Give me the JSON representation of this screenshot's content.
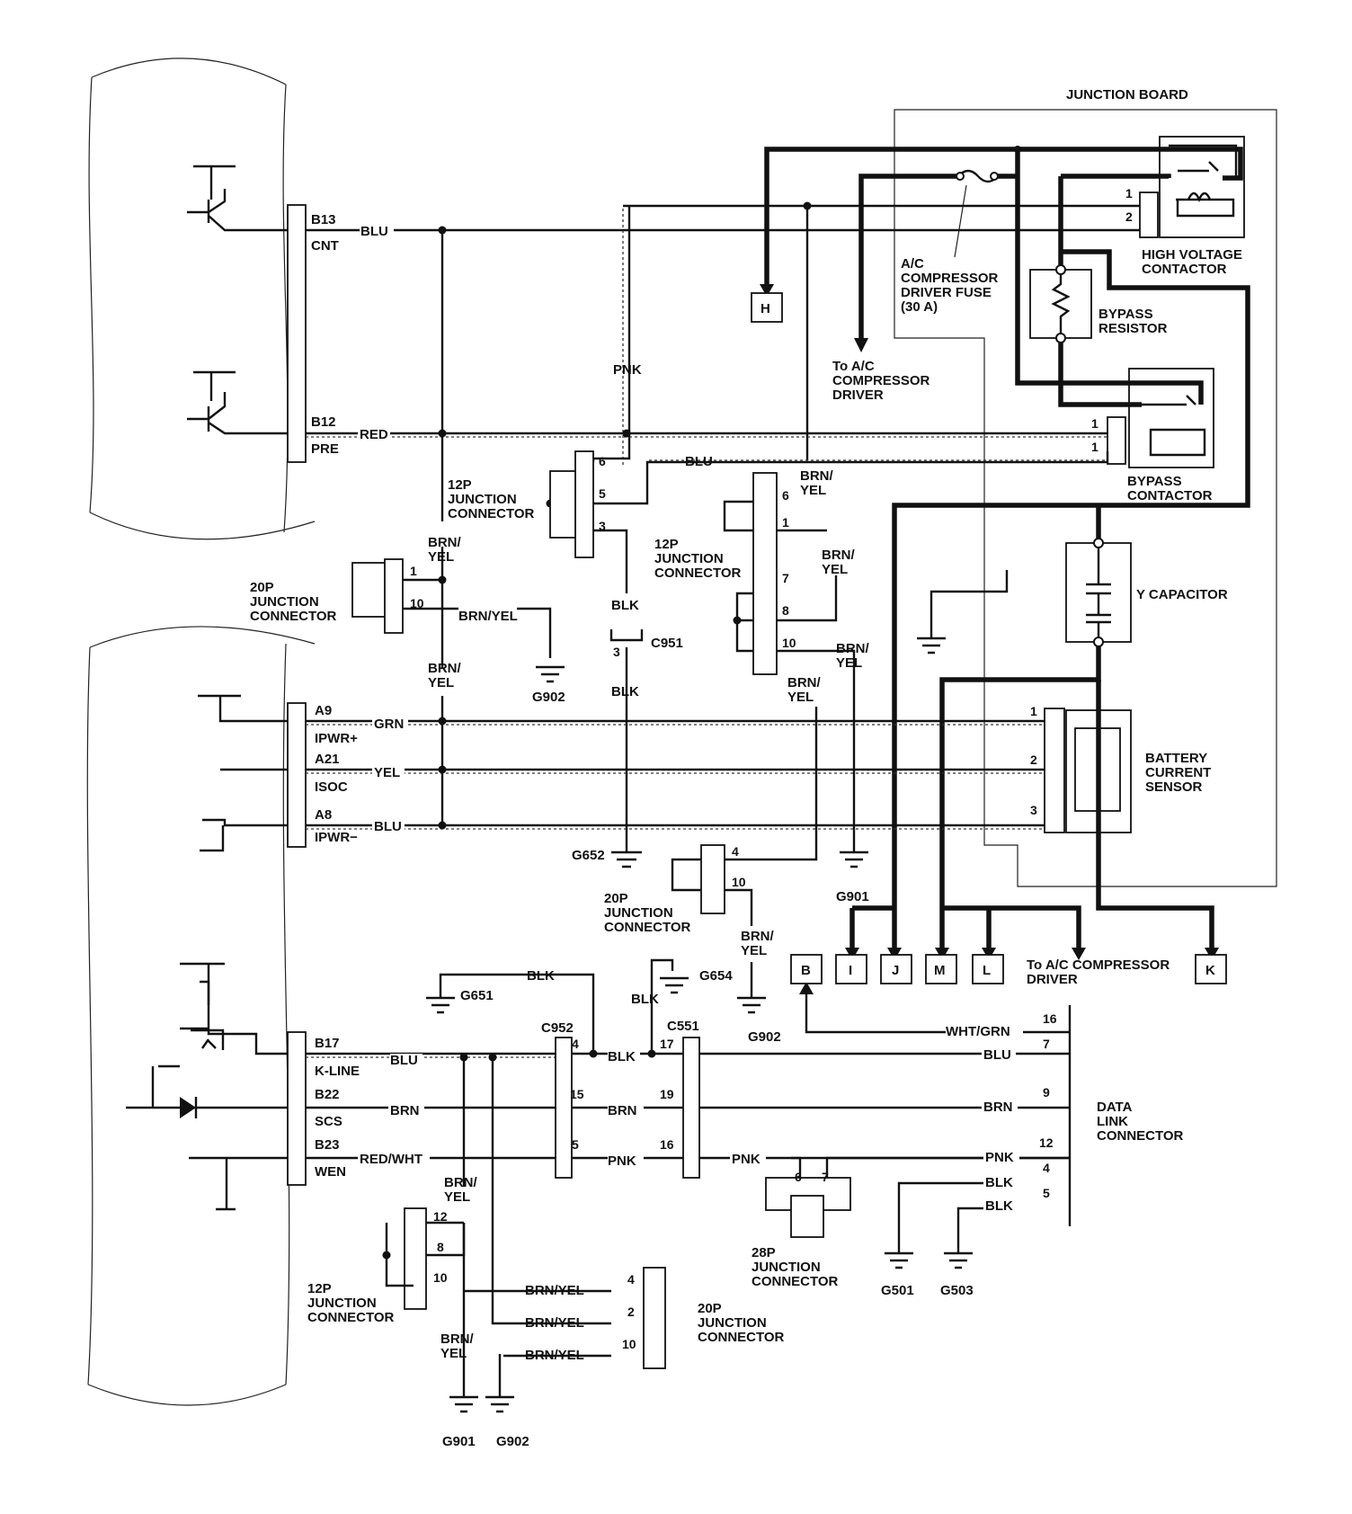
{
  "junction_board": {
    "title": "JUNCTION BOARD"
  },
  "pcm": {
    "b13_pin": "B13",
    "b13_name": "CNT",
    "b12_pin": "B12",
    "b12_name": "PRE",
    "a9_pin": "A9",
    "a9_name": "IPWR+",
    "a21_pin": "A21",
    "a21_name": "ISOC",
    "a8_pin": "A8",
    "a8_name": "IPWR−",
    "b17_pin": "B17",
    "b17_name": "K-LINE",
    "b22_pin": "B22",
    "b22_name": "SCS",
    "b23_pin": "B23",
    "b23_name": "WEN"
  },
  "wires": {
    "blu": "BLU",
    "red": "RED",
    "pnk": "PNK",
    "grn": "GRN",
    "yel": "YEL",
    "blk": "BLK",
    "brn": "BRN",
    "red_wht": "RED/WHT",
    "wht_grn": "WHT/GRN",
    "brn_yel": "BRN/YEL",
    "brn_yel_a": "BRN/",
    "brn_yel_b": "YEL"
  },
  "components": {
    "hv_contactor": [
      "HIGH VOLTAGE",
      "CONTACTOR"
    ],
    "bypass_resistor": [
      "BYPASS",
      "RESISTOR"
    ],
    "bypass_contactor": [
      "BYPASS",
      "CONTACTOR"
    ],
    "fuse": [
      "A/C",
      "COMPRESSOR",
      "DRIVER FUSE",
      "(30 A)"
    ],
    "to_ac_driver": [
      "To A/C",
      "COMPRESSOR",
      "DRIVER"
    ],
    "to_ac_driver2": [
      "To A/C COMPRESSOR",
      "DRIVER"
    ],
    "y_capacitor": "Y CAPACITOR",
    "battery_current_sensor": [
      "BATTERY",
      "CURRENT",
      "SENSOR"
    ],
    "data_link_connector": [
      "DATA",
      "LINK",
      "CONNECTOR"
    ],
    "jc12": [
      "12P",
      "JUNCTION",
      "CONNECTOR"
    ],
    "jc20": [
      "20P",
      "JUNCTION",
      "CONNECTOR"
    ],
    "jc28": [
      "28P",
      "JUNCTION",
      "CONNECTOR"
    ]
  },
  "terminals": {
    "h": "H",
    "b": "B",
    "i": "I",
    "j": "J",
    "m": "M",
    "l": "L",
    "k": "K"
  },
  "grounds": {
    "g902": "G902",
    "g652": "G652",
    "g901": "G901",
    "g651": "G651",
    "g654": "G654",
    "g501": "G501",
    "g503": "G503"
  },
  "connectors": {
    "c951": "C951",
    "c952": "C952",
    "c551": "C551"
  },
  "pins": {
    "p1": "1",
    "p2": "2",
    "p3": "3",
    "p4": "4",
    "p5": "5",
    "p6": "6",
    "p7": "7",
    "p8": "8",
    "p9": "9",
    "p10": "10",
    "p12": "12",
    "p15": "15",
    "p16": "16",
    "p17": "17",
    "p19": "19"
  }
}
